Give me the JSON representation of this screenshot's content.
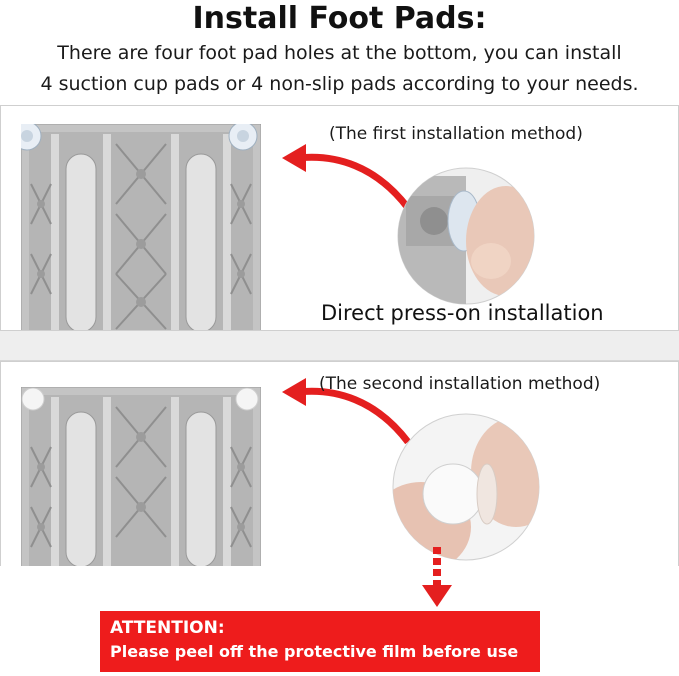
{
  "header": {
    "title": "Install Foot Pads:",
    "line1": "There are four foot pad holes at the bottom, you can install",
    "line2": "4 suction cup pads or 4 non-slip pads according to your needs."
  },
  "method1": {
    "label": "(The first installation method)",
    "caption": "Direct press-on installation"
  },
  "method2": {
    "label": "(The second installation method)"
  },
  "attention": {
    "heading": "ATTENTION:",
    "text": "Please peel off the protective film before use"
  },
  "colors": {
    "accent_red": "#ee1c1c",
    "base_gray": "#b7b7b7"
  }
}
